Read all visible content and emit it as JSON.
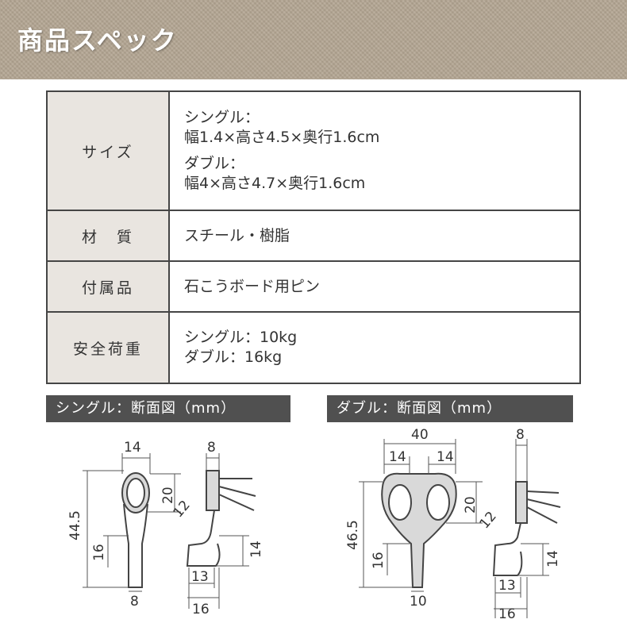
{
  "header": {
    "title": "商品スペック"
  },
  "spec": {
    "size": {
      "label": "サイズ",
      "single_name": "シングル：",
      "single_dims": "幅1.4×高さ4.5×奥行1.6cm",
      "double_name": "ダブル：",
      "double_dims": "幅4×高さ4.7×奥行1.6cm"
    },
    "material": {
      "label": "材　質",
      "value": "スチール・樹脂"
    },
    "accessory": {
      "label": "付属品",
      "value": "石こうボード用ピン"
    },
    "load": {
      "label": "安全荷重",
      "single": "シングル：10kg",
      "double": "ダブル：16kg"
    }
  },
  "diagrams": {
    "single": {
      "title": "シングル：断面図（mm）",
      "dims": {
        "width": "14",
        "depth": "8",
        "head": "20",
        "angle": "12",
        "height": "44.5",
        "lower": "16",
        "hook": "14",
        "stem": "8",
        "inner": "13",
        "outer": "16"
      }
    },
    "double": {
      "title": "ダブル：断面図（mm）",
      "dims": {
        "total_width": "40",
        "left": "14",
        "right": "14",
        "depth": "8",
        "head": "20",
        "angle": "12",
        "height": "46.5",
        "lower": "16",
        "hook": "14",
        "stem": "10",
        "inner": "13",
        "outer": "16"
      }
    }
  },
  "colors": {
    "header_bg": "#b3a592",
    "label_bg": "#e9e5e0",
    "diagram_bar": "#505050",
    "border": "#454545"
  }
}
